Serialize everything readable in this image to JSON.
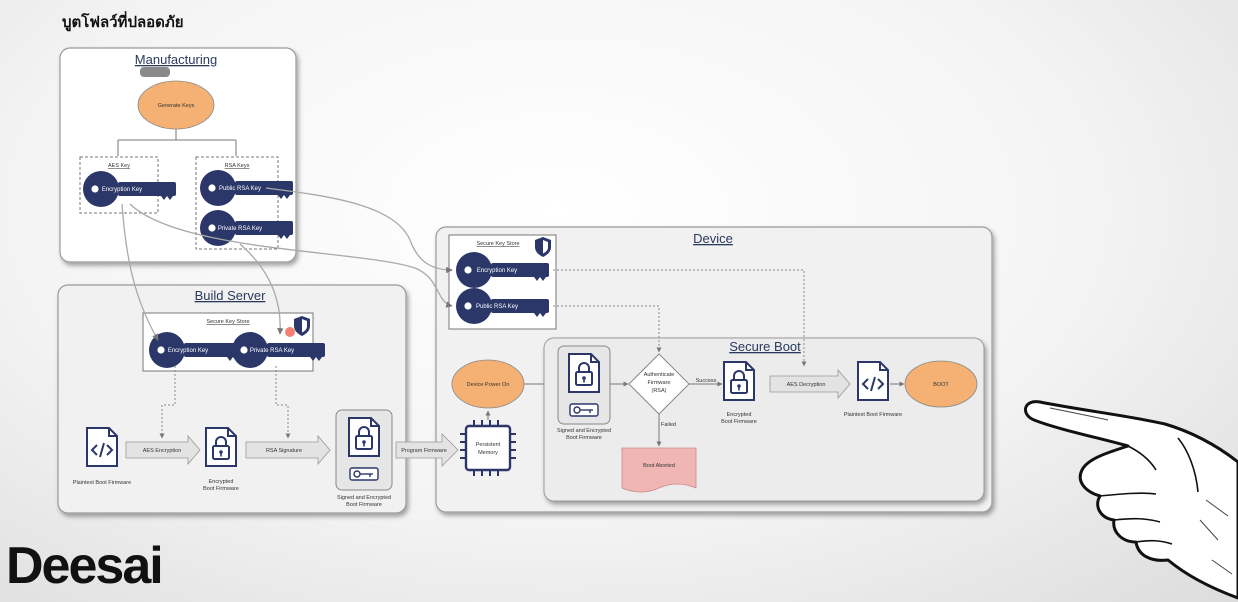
{
  "page": {
    "title": "บูตโฟลว์ที่ปลอดภัย",
    "logo_text": "Deesai"
  },
  "colors": {
    "key_navy": "#2b3768",
    "ellipse_orange": "#f4b173",
    "box_fill": "#ffffff",
    "section_fill": "#f1f1f1",
    "aborted_pink": "#f0b6b3",
    "connector_gray": "#9a9a9a"
  },
  "diagram": {
    "manufacturing": {
      "title": "Manufacturing",
      "generate_keys": "Generate Keys",
      "aes_group_title": "AES Key",
      "rsa_group_title": "RSA Keys",
      "encryption_key": "Encryption Key",
      "public_rsa_key": "Public RSA Key",
      "private_rsa_key": "Private RSA Key"
    },
    "build_server": {
      "title": "Build Server",
      "key_store_title": "Secure Key Store",
      "encryption_key": "Encryption Key",
      "private_rsa_key": "Private RSA Key",
      "plaintext_fw": "Plaintext Boot Firmware",
      "aes_encryption": "AES Encryption",
      "encrypted_fw_1": "Encrypted",
      "encrypted_fw_2": "Boot Firmware",
      "rsa_signature": "RSA Signature",
      "signed_fw_1": "Signed and Encrypted",
      "signed_fw_2": "Boot Firmware",
      "program_firmware": "Program Firmware"
    },
    "device": {
      "title": "Device",
      "key_store_title": "Secure Key Store",
      "encryption_key": "Encryption Key",
      "public_rsa_key": "Public RSA Key",
      "power_on": "Device Power On",
      "memory_1": "Persistent",
      "memory_2": "Memory"
    },
    "secure_boot": {
      "title": "Secure Boot",
      "signed_fw_1": "Signed and Encrypted",
      "signed_fw_2": "Boot Firmware",
      "auth_1": "Authenticate",
      "auth_2": "Firmware",
      "auth_3": "(RSA)",
      "success": "Success",
      "failed": "Failed",
      "boot_aborted": "Boot Aborted",
      "encrypted_fw_1": "Encrypted",
      "encrypted_fw_2": "Boot Firmware",
      "aes_decryption": "AES Decryption",
      "plaintext_fw": "Plaintext Boot Firmware",
      "boot": "BOOT"
    }
  },
  "icons": [
    "key-icon",
    "shield-icon",
    "lock-file-icon",
    "code-file-icon",
    "chip-icon",
    "pointing-hand-icon"
  ]
}
